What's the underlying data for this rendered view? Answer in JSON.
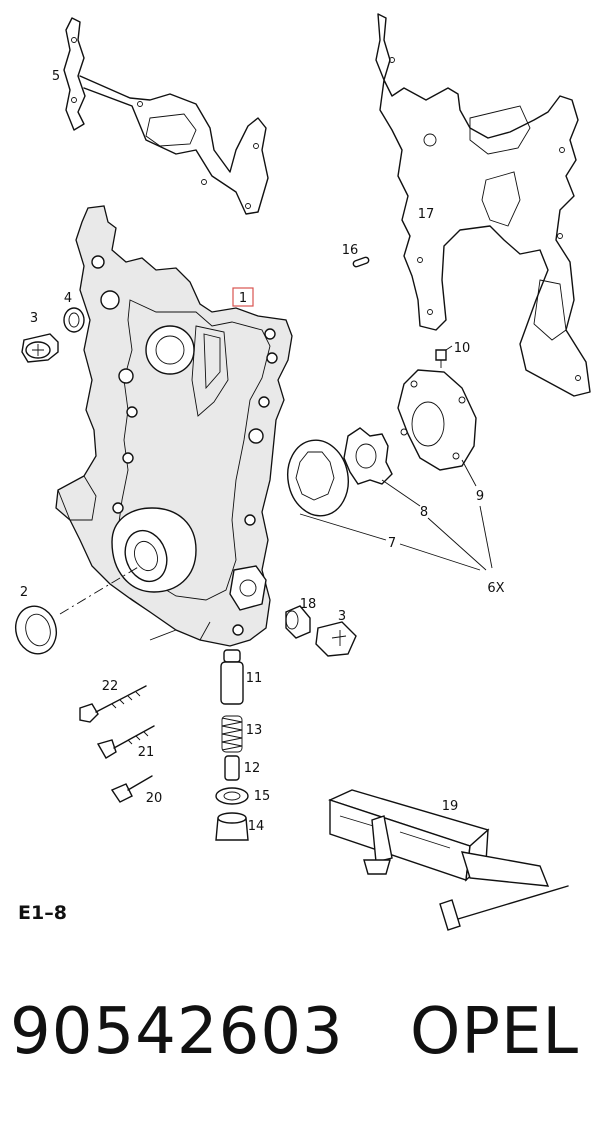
{
  "diagram": {
    "callouts": [
      {
        "id": "1"
      },
      {
        "id": "2"
      },
      {
        "id": "3"
      },
      {
        "id": "3"
      },
      {
        "id": "4"
      },
      {
        "id": "5"
      },
      {
        "id": "6X"
      },
      {
        "id": "7"
      },
      {
        "id": "8"
      },
      {
        "id": "9"
      },
      {
        "id": "10"
      },
      {
        "id": "11"
      },
      {
        "id": "12"
      },
      {
        "id": "13"
      },
      {
        "id": "14"
      },
      {
        "id": "15"
      },
      {
        "id": "16"
      },
      {
        "id": "17"
      },
      {
        "id": "18"
      },
      {
        "id": "19"
      },
      {
        "id": "20"
      },
      {
        "id": "21"
      },
      {
        "id": "22"
      }
    ],
    "highlighted_callout": "1",
    "highlight_color": "#d9534f"
  },
  "footer": {
    "section_code": "E1–8",
    "part_number": "90542603",
    "brand": "OPEL"
  }
}
